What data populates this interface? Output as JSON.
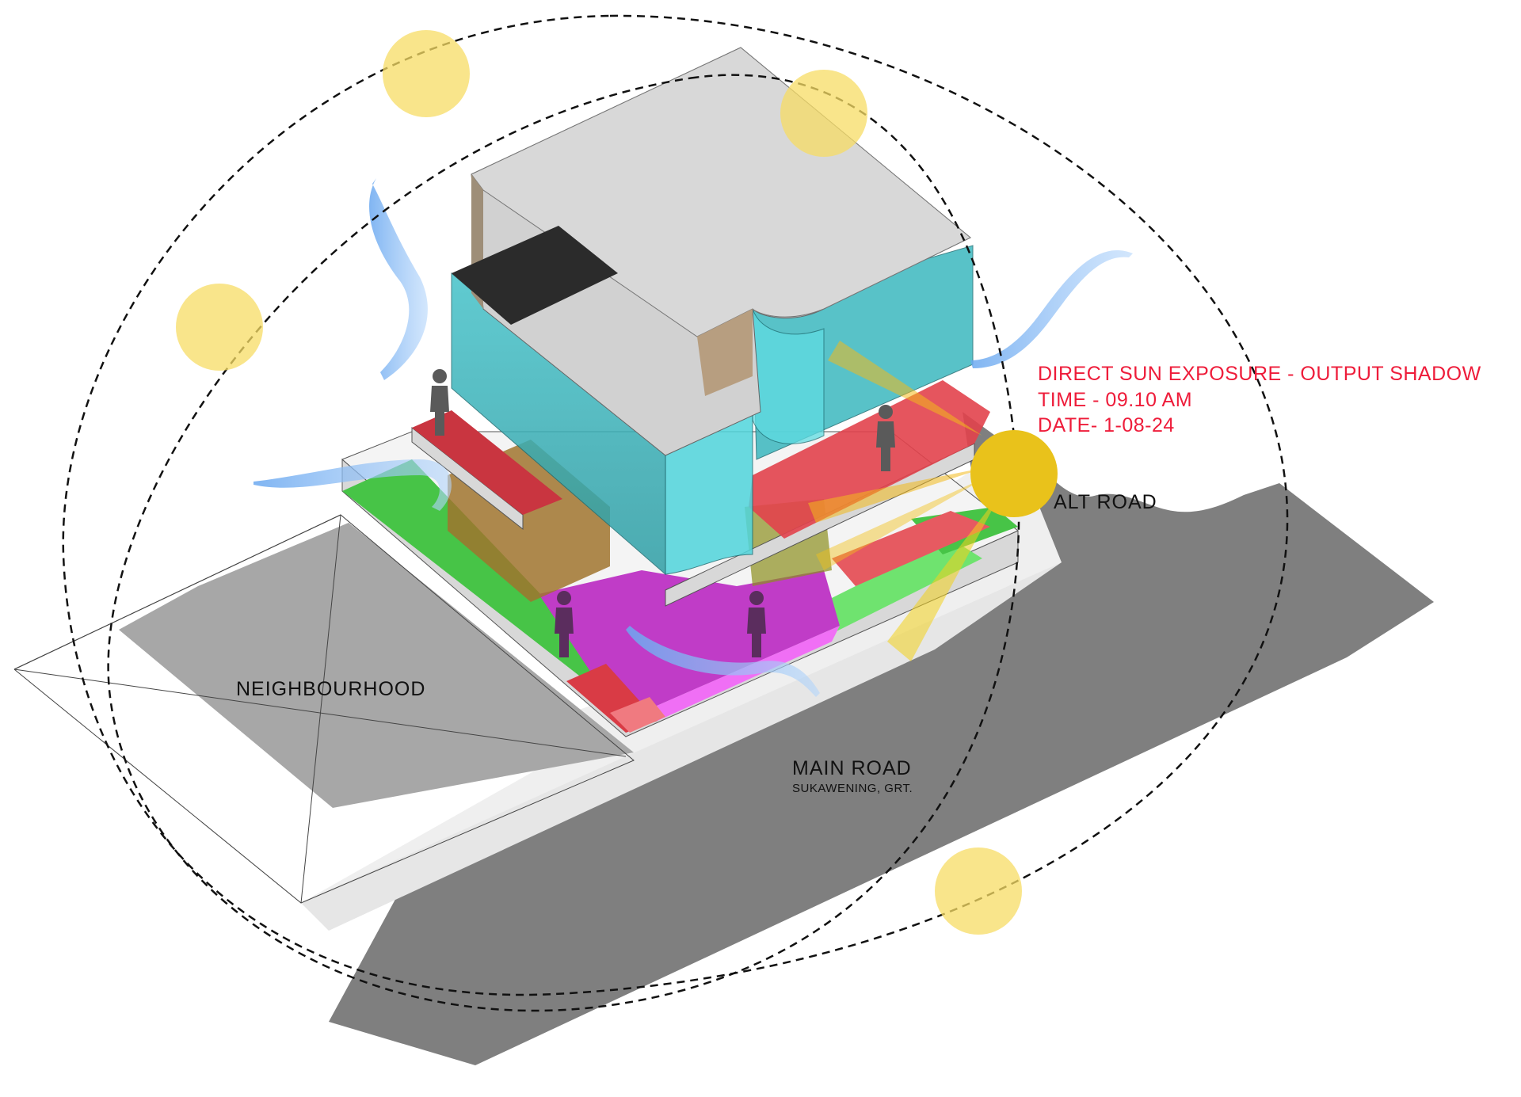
{
  "diagram": {
    "sun_analysis": {
      "title": "DIRECT SUN EXPOSURE - OUTPUT SHADOW",
      "time": "TIME - 09.10 AM",
      "date": "DATE- 1-08-24"
    },
    "labels": {
      "alt_road": "ALT ROAD",
      "neighbourhood": "NEIGHBOURHOOD",
      "main_road": "MAIN ROAD",
      "main_road_sub": "SUKAWENING, GRT."
    },
    "colors": {
      "sun_path_marker": "#f7dc64",
      "current_sun": "#e9c21b",
      "analysis_text": "#ee1c3a",
      "glass_volume": "#3bb8bf",
      "terrace_red": "#e2434d",
      "garden_green": "#47c447",
      "plaza_magenta": "#c03cc7",
      "wind_flow": "#7fb4f2",
      "road": "#7f7f7f",
      "neighbourhood_shadow": "#a7a7a7"
    },
    "icons": [
      "sun-icon",
      "wind-arrow-icon",
      "person-icon"
    ]
  }
}
